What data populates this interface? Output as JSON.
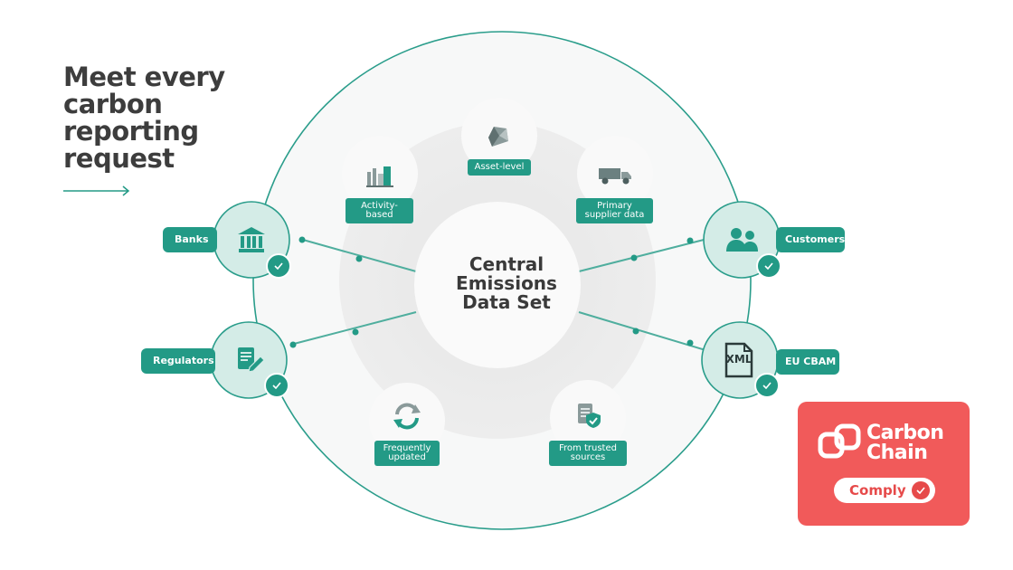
{
  "headline": {
    "line1": "Meet every",
    "line2": "carbon",
    "line3": "reporting",
    "line4": "request"
  },
  "center": {
    "line1": "Central",
    "line2": "Emissions",
    "line3": "Data Set"
  },
  "inner_sources": [
    {
      "label": "Asset-level",
      "icon": "triangle-shape-icon"
    },
    {
      "label_line1": "Activity-",
      "label_line2": "based",
      "icon": "factory-icon"
    },
    {
      "label_line1": "Primary",
      "label_line2": "supplier data",
      "icon": "truck-icon"
    },
    {
      "label_line1": "Frequently",
      "label_line2": "updated",
      "icon": "refresh-icon"
    },
    {
      "label_line1": "From trusted",
      "label_line2": "sources",
      "icon": "verified-document-icon"
    }
  ],
  "outputs": {
    "banks": {
      "label": "Banks",
      "icon": "bank-icon"
    },
    "regulators": {
      "label": "Regulators",
      "icon": "document-edit-icon"
    },
    "customers": {
      "label": "Customers",
      "icon": "people-icon"
    },
    "eu_cbam": {
      "label": "EU CBAM",
      "icon": "xml-file-icon",
      "icon_text": "XML"
    }
  },
  "logo": {
    "name_line1": "Carbon",
    "name_line2": "Chain",
    "badge": "Comply"
  },
  "colors": {
    "teal": "#239a86",
    "teal_light": "#d4ece7",
    "coral": "#f15a5a",
    "text_dark": "#3a3a3a"
  }
}
